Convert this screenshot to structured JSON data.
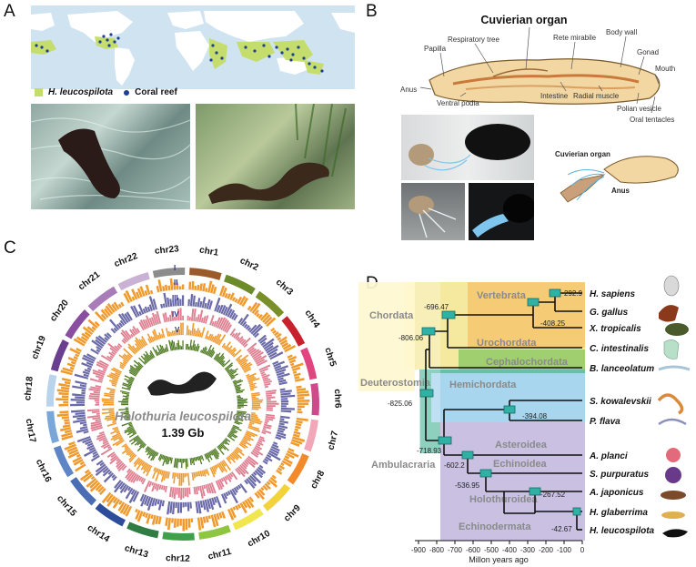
{
  "panels": {
    "a": {
      "letter": "A",
      "legend": {
        "species": "H. leucospilota",
        "reef": "Coral reef"
      },
      "colors": {
        "ocean": "#cfe3f1",
        "land": "#ffffff",
        "species": "#c4dd66",
        "reef": "#1f3f8f"
      }
    },
    "b": {
      "letter": "B",
      "title": "Cuvierian organ",
      "labels": [
        "Respiratory tree",
        "Rete mirabile",
        "Body wall",
        "Papilla",
        "Gonad",
        "Mouth",
        "Anus",
        "Intestine",
        "Radial muscle",
        "Ventral podia",
        "Polian vesicle",
        "Oral tentacles"
      ],
      "inset_labels": {
        "cuvierian": "Cuvierian organ",
        "anus": "Anus"
      }
    },
    "c": {
      "letter": "C",
      "center_name": "Holothuria leucospilota",
      "genome_size": "1.39 Gb",
      "track_labels": [
        "I",
        "II",
        "III",
        "IV",
        "V"
      ],
      "chromosomes": [
        {
          "name": "chr1",
          "color": "#9a5a2c"
        },
        {
          "name": "chr2",
          "color": "#6d8b2a"
        },
        {
          "name": "chr3",
          "color": "#7a8f2a"
        },
        {
          "name": "chr4",
          "color": "#c8202d"
        },
        {
          "name": "chr5",
          "color": "#e1457f"
        },
        {
          "name": "chr6",
          "color": "#cf4a8a"
        },
        {
          "name": "chr7",
          "color": "#f2a7b8"
        },
        {
          "name": "chr8",
          "color": "#f28a2b"
        },
        {
          "name": "chr9",
          "color": "#f3d33a"
        },
        {
          "name": "chr10",
          "color": "#f2e64f"
        },
        {
          "name": "chr11",
          "color": "#8fc63f"
        },
        {
          "name": "chr12",
          "color": "#3ea04a"
        },
        {
          "name": "chr13",
          "color": "#2f7d43"
        },
        {
          "name": "chr14",
          "color": "#2c4c9c"
        },
        {
          "name": "chr15",
          "color": "#4a6db3"
        },
        {
          "name": "chr16",
          "color": "#5e86c6"
        },
        {
          "name": "chr17",
          "color": "#7aa6d8"
        },
        {
          "name": "chr18",
          "color": "#bad3ec"
        },
        {
          "name": "chr19",
          "color": "#6b3f8f"
        },
        {
          "name": "chr20",
          "color": "#8a4ea0"
        },
        {
          "name": "chr21",
          "color": "#a77cb8"
        },
        {
          "name": "chr22",
          "color": "#c9b2d4"
        },
        {
          "name": "chr23",
          "color": "#8c8c8c"
        }
      ],
      "track_colors": {
        "orange": "#f19a2c",
        "purple": "#6b6aa8",
        "pink": "#df7f91",
        "green": "#4d7a1f"
      }
    },
    "d": {
      "letter": "D",
      "clades": {
        "vertebrata": "Vertebrata",
        "chordata": "Chordata",
        "urochordata": "Urochordata",
        "cephalochordata": "Cephalochordata",
        "deuterostomia": "Deuterostomia",
        "hemichordata": "Hemichordata",
        "asteroidea": "Asteroidea",
        "echinoidea": "Echinoidea",
        "holothuroidea": "Holothuroidea",
        "ambulacraria": "Ambulacraria",
        "echinodermata": "Echinodermata"
      },
      "species": [
        "H. sapiens",
        "G. gallus",
        "X. tropicalis",
        "C. intestinalis",
        "B. lanceolatum",
        "S. kowalevskii",
        "P. flava",
        "A. planci",
        "S. purpuratus",
        "A. japonicus",
        "H. glaberrima",
        "H. leucospilota"
      ],
      "node_ages": {
        "n1": "292.9",
        "n2": "-408.25",
        "n3": "-696.47",
        "n4": "-806.06",
        "n5": "-825.06",
        "n6": "-394.08",
        "n7": "-718.93",
        "n8": "-602.2",
        "n9": "-536.95",
        "n10": "-267.52",
        "n11": "-42.67"
      },
      "axis": {
        "label": "Millon years ago",
        "ticks": [
          "-900",
          "-800",
          "-700",
          "-600",
          "-500",
          "-400",
          "-300",
          "-200",
          "-100",
          "0"
        ]
      },
      "colors": {
        "chordata": "#f5e9a0",
        "vertebrata": "#f5c970",
        "cephalo": "#9fcf6e",
        "hemi": "#a8d6ee",
        "echino": "#c9c0e2",
        "deut": "#4db59a",
        "node": "#2fb1a6"
      }
    }
  }
}
